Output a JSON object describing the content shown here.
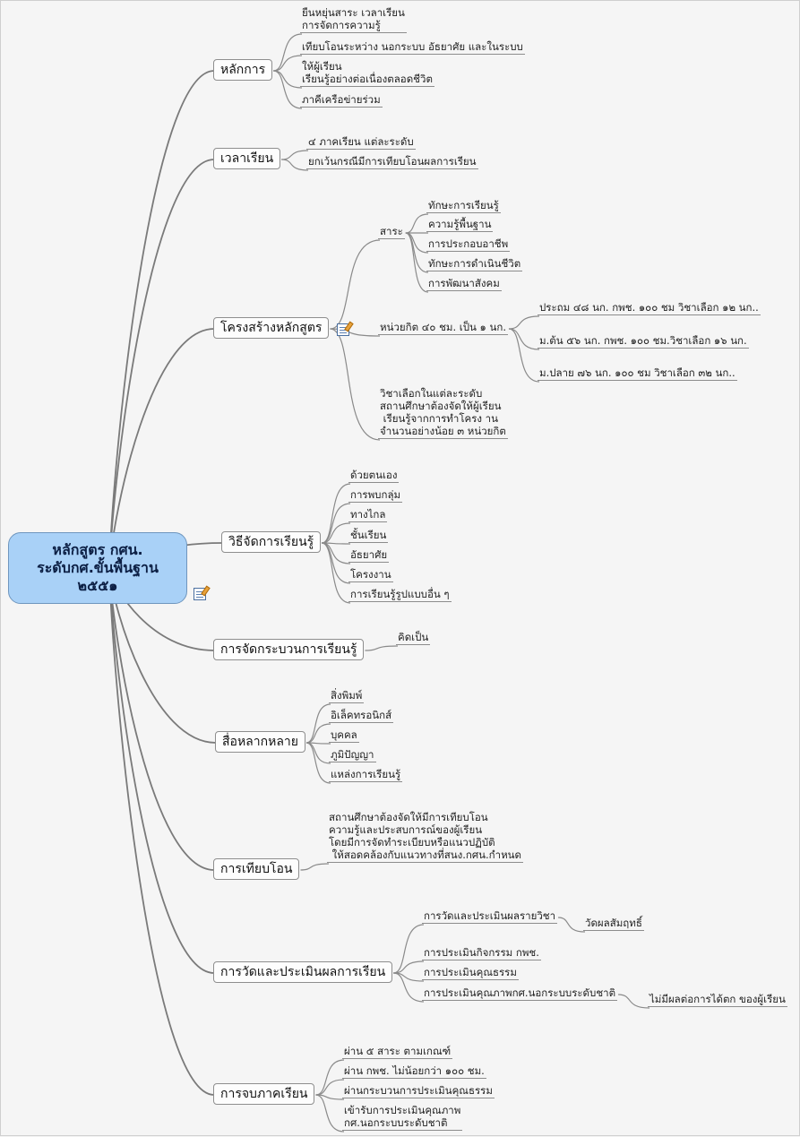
{
  "root": {
    "lines": [
      "หลักสูตร กศน.",
      "ระดับกศ.ขั้นพื้นฐาน",
      "๒๕๕๑"
    ]
  },
  "branches": [
    {
      "label": "หลักการ",
      "items": [
        "ยืนหยุ่นสาระ เวลาเรียน การจัดการความรู้",
        "เทียบโอนระหว่าง นอกระบบ อัธยาศัย และในระบบ",
        "ให้ผู้เรียน เรียนรู้อย่างต่อเนื่องตลอดชีวิต",
        "ภาคีเครือข่ายร่วม"
      ]
    },
    {
      "label": "เวลาเรียน",
      "items": [
        "๔ ภาคเรียน แต่ละระดับ",
        "ยกเว้นกรณีมีการเทียบโอนผลการเรียน"
      ]
    },
    {
      "label": "โครงสร้างหลักสูตร",
      "items": [
        "สาระ",
        "หน่วยกิต ๔๐ ชม. เป็น ๑ นก.",
        "วิชาเลือกในแต่ละระดับ สถานศึกษาต้องจัดให้ผู้เรียน เรียนรู้จากการทำโครง าน จำนวนอย่างน้อย ๓ หน่วยกิต"
      ],
      "sara_items": [
        "ทักษะการเรียนรู้",
        "ความรู้พื้นฐาน",
        "การประกอบอาชีพ",
        "ทักษะการดำเนินชีวิต",
        "การพัฒนาสังคม"
      ],
      "unit_items": [
        "ประถม ๔๘ นก. กพช. ๑๐๐ ชม",
        "วิชาเลือก ๑๒ นก..",
        "ม.ต้น ๕๖ นก. กพช. ๑๐๐",
        "ชม.วิชาเลือก ๑๖ นก.",
        "ม.ปลาย ๗๖ นก. ๑๐๐ ชม วิชาเลือก ๓๒ นก.."
      ]
    },
    {
      "label": "วิธีจัดการเรียนรู้",
      "items": [
        "ด้วยตนเอง",
        "การพบกลุ่ม",
        "ทางไกล",
        "ชั้นเรียน",
        "อัธยาศัย",
        "โครงงาน",
        "การเรียนรู้รูปแบบอื่น ๆ"
      ]
    },
    {
      "label": "การจัดกระบวนการเรียนรู้",
      "items": [
        "คิดเป็น"
      ]
    },
    {
      "label": "สื่อหลากหลาย",
      "items": [
        "สิ่งพิมพ์",
        "อิเล็คทรอนิกส์",
        "บุคคล",
        "ภูมิปัญญา",
        "แหล่งการเรียนรู้"
      ]
    },
    {
      "label": "การเทียบโอน",
      "items": [
        "สถานศึกษาต้องจัดให้มีการเทียบโอน ความรู้และประสบการณ์ของผู้เรียน โดยมีการจัดทำระเบียบหรือแนวปฏิบัติ ให้สอดคล้องกับแนวทางที่สนง.กศน.กำหนด"
      ]
    },
    {
      "label": "การวัดและประเมินผลการเรียน",
      "items": [
        "การวัดและประเมินผลรายวิชา",
        "การประเมินกิจกรรม กพช.",
        "การประเมินคุณธรรม",
        "การประเมินคุณภาพกศ.นอกระบบระดับชาติ"
      ],
      "sub_a": "วัดผลสัมฤทธิ์",
      "sub_b": "ไม่มีผลต่อการได้ตก ของผู้เรียน"
    },
    {
      "label": "การจบภาคเรียน",
      "items": [
        "ผ่าน ๕ สาระ ตามเกณฑ์",
        "ผ่าน กพช. ไม่น้อยกว่า ๑๐๐ ชม.",
        "ผ่านกระบวนการประเมินคุณธรรม",
        "เข้ารับการประเมินคุณภาพ กศ.นอกระบบระดับชาติ"
      ]
    }
  ],
  "icons": {
    "note": "note-pencil-icon"
  },
  "colors": {
    "root_fill": "#a9d1f7",
    "root_border": "#6f96be",
    "connector": "#8a8a8a"
  }
}
